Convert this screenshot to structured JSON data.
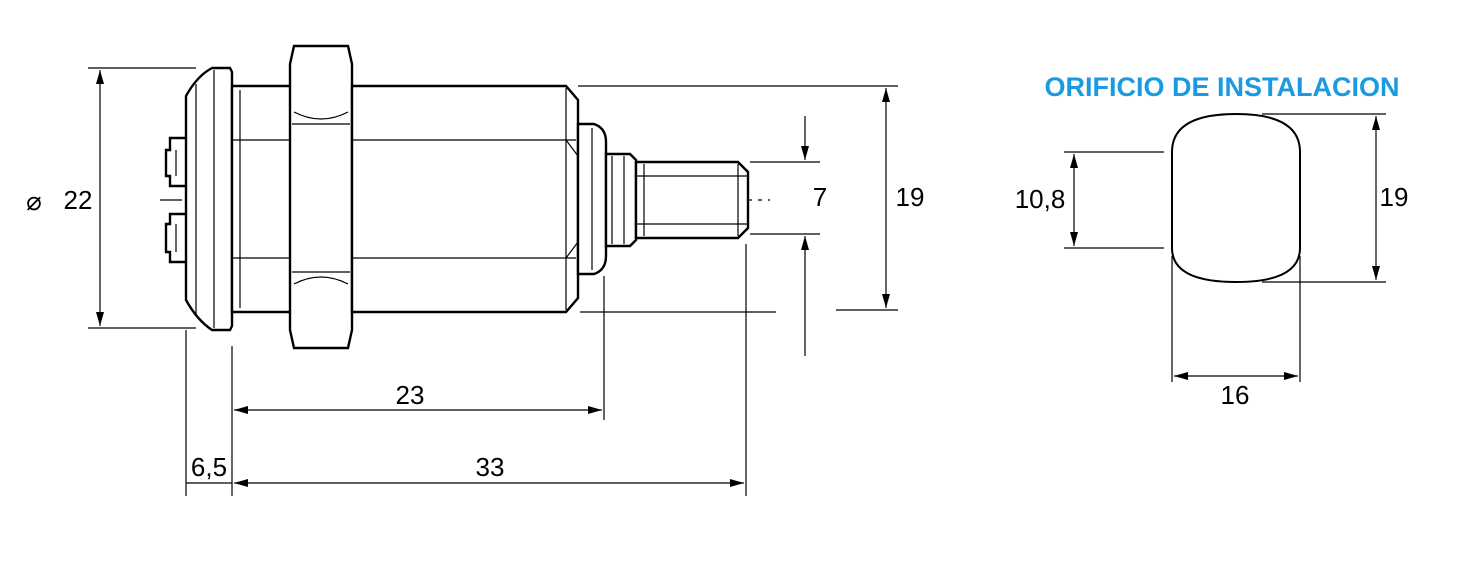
{
  "title": "ORIFICIO DE INSTALACION",
  "colors": {
    "title": "#1a9ae0",
    "line": "#000000",
    "background": "#ffffff"
  },
  "dimensions": {
    "flange_diameter": "22",
    "diameter_symbol": "⌀",
    "body_width": "19",
    "shaft_width": "7",
    "shank_length": "23",
    "overall_length": "33",
    "flange_thickness": "6,5"
  },
  "hole": {
    "height": "19",
    "flat_height": "10,8",
    "width": "16"
  }
}
